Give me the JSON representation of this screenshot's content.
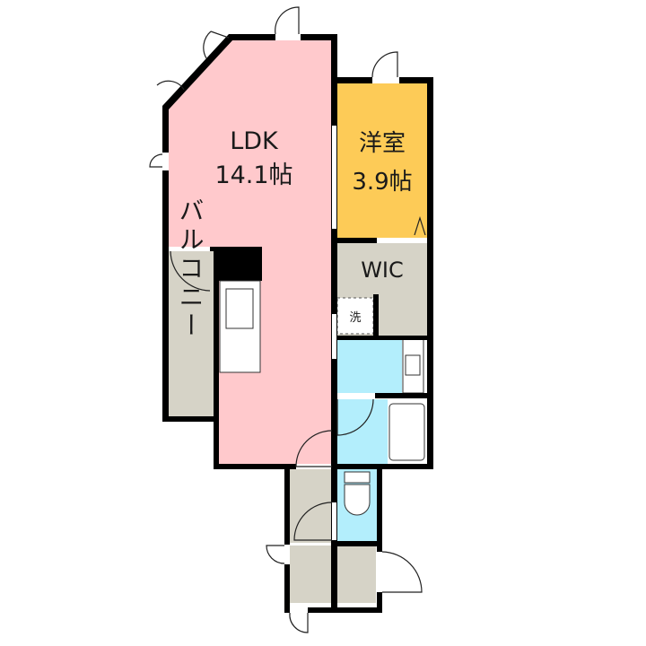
{
  "rooms": {
    "ldk": {
      "name": "LDK",
      "size": "14.1帖",
      "color": "#FFC9CC"
    },
    "western": {
      "name": "洋室",
      "size": "3.9帖",
      "color": "#FDCB57"
    },
    "wic": {
      "name": "WIC",
      "color": "#D6D3C7"
    },
    "laundry": {
      "name": "洗"
    },
    "balcony": {
      "name": "バルコニー",
      "color": "#D6D3C7"
    },
    "wet_area_color": "#B3EEFC"
  }
}
